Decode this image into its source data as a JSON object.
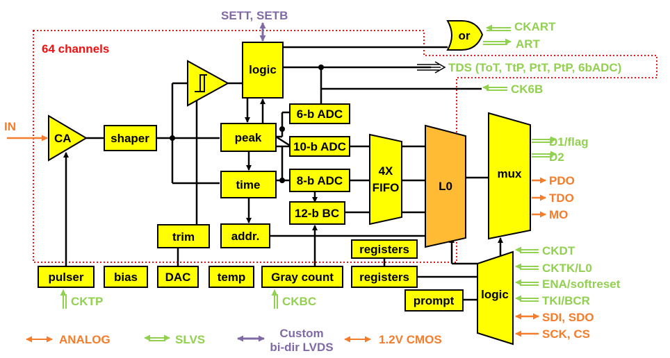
{
  "colors": {
    "block": "#ffff00",
    "l0_block": "#ffbb33",
    "green": "#92d050",
    "orange": "#f47c2a",
    "purple": "#7f6aa6",
    "red_border": "#ee1111"
  },
  "labels": {
    "channels": "64 channels",
    "sett_setb": "SETT, SETB",
    "in": "IN",
    "ckart": "CKART",
    "art": "ART",
    "tds": "TDS (ToT, TtP, PtT, PtP, 6bADC)",
    "ck6b": "CK6B",
    "d1": "D1/flag",
    "d2": "D2",
    "pdo": "PDO",
    "tdo": "TDO",
    "mo": "MO",
    "ckdt": "CKDT",
    "cktk": "CKTK/L0",
    "ena": "ENA/softreset",
    "tki": "TKI/BCR",
    "sdi": "SDI, SDO",
    "sck": "SCK, CS",
    "cktp": "CKTP",
    "ckbc": "CKBC"
  },
  "blocks": {
    "ca": "CA",
    "shaper": "shaper",
    "logic_top": "logic",
    "peak": "peak",
    "time": "time",
    "addr": "addr.",
    "trim": "trim",
    "adc6": "6-b ADC",
    "adc10": "10-b ADC",
    "adc8": "8-b ADC",
    "bc12": "12-b BC",
    "fifo_l1": "4X",
    "fifo_l2": "FIFO",
    "l0": "L0",
    "mux": "mux",
    "or": "or",
    "pulser": "pulser",
    "bias": "bias",
    "dac": "DAC",
    "temp": "temp",
    "gray": "Gray count",
    "registers_top": "registers",
    "registers": "registers",
    "prompt": "prompt",
    "logic_bottom": "logic"
  },
  "legend": {
    "analog": "ANALOG",
    "slvs": "SLVS",
    "custom_l1": "Custom",
    "custom_l2": "bi-dir LVDS",
    "cmos": "1.2V CMOS"
  }
}
